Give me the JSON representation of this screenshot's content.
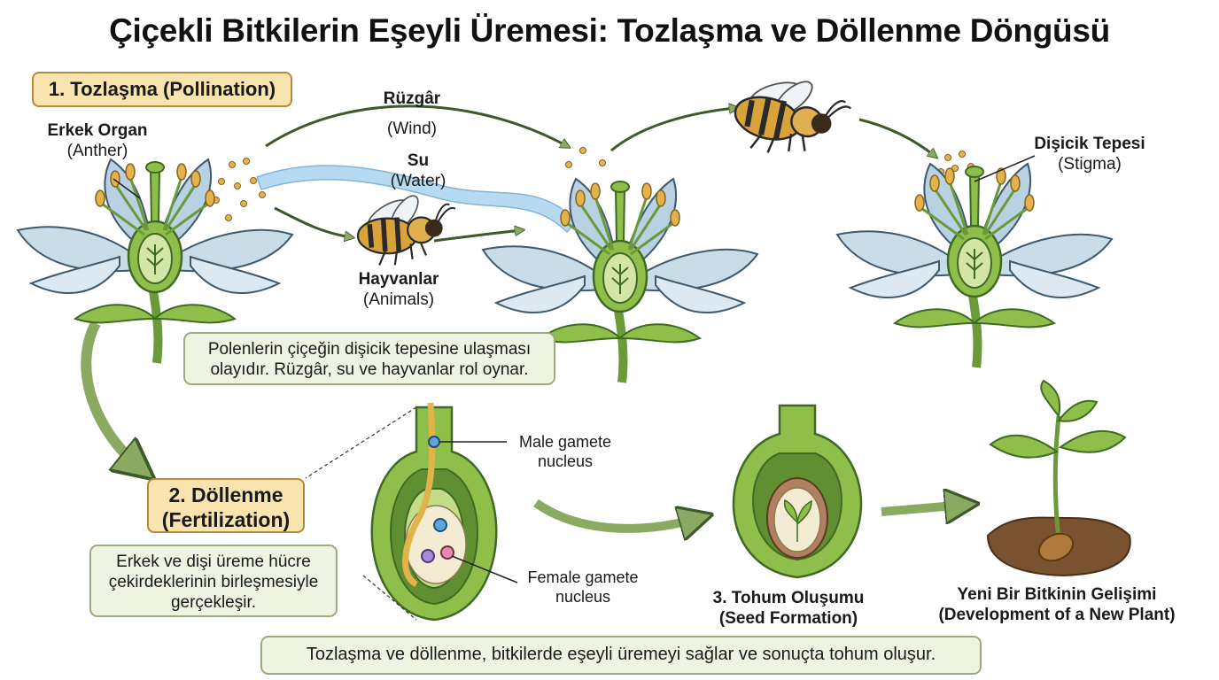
{
  "title": "Çiçekli Bitkilerin Eşeyli Üremesi: Tozlaşma ve Döllenme Döngüsü",
  "stage1": {
    "label": "1. Tozlaşma (Pollination)"
  },
  "stage2": {
    "line1": "2. Döllenme",
    "line2": "(Fertilization)"
  },
  "stage3": {
    "line1": "3. Tohum Oluşumu",
    "line2": "(Seed Formation)"
  },
  "stage4": {
    "line1": "Yeni Bir Bitkinin Gelişimi",
    "line2": "(Development of a New Plant)"
  },
  "labels": {
    "anther": {
      "tr": "Erkek Organ",
      "en": "(Anther)"
    },
    "wind": {
      "tr": "Rüzgâr",
      "en": "(Wind)"
    },
    "water": {
      "tr": "Su",
      "en": "(Water)"
    },
    "animals": {
      "tr": "Hayvanlar",
      "en": "(Animals)"
    },
    "stigma": {
      "tr": "Dişicik Tepesi",
      "en": "(Stigma)"
    },
    "male_nucleus": {
      "line1": "Male gamete",
      "line2": "nucleus"
    },
    "female_nucleus": {
      "line1": "Female gamete",
      "line2": "nucleus"
    }
  },
  "notes": {
    "pollination": {
      "line1": "Polenlerin çiçeğin dişicik tepesine ulaşması",
      "line2": "olayıdır. Rüzgâr, su ve hayvanlar rol oynar."
    },
    "fertilization": {
      "line1": "Erkek ve dişi üreme hücre",
      "line2": "çekirdeklerinin birleşmesiyle",
      "line3": "gerçekleşir."
    },
    "summary": "Tozlaşma ve döllenme, bitkilerde eşeyli üremeyi sağlar ve sonuçta tohum oluşur."
  },
  "colors": {
    "petal": "#c9dde9",
    "petal_stroke": "#3e5a6e",
    "green": "#8fbf4a",
    "dark_green": "#3f6a26",
    "arrow": "#8aaa62",
    "pollen": "#e2b34a",
    "water": "#a9d4ef",
    "bee": "#d9a33a",
    "soil": "#7a5230"
  }
}
